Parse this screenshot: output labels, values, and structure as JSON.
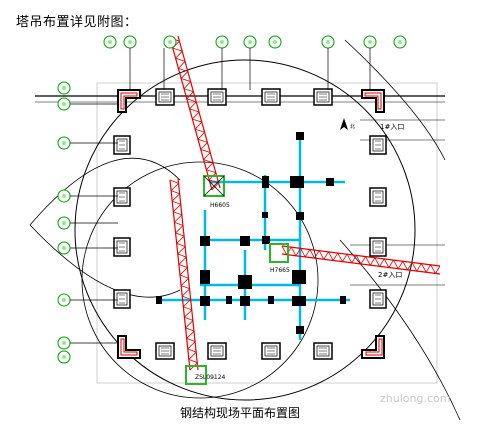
{
  "heading": "塔吊布置详见附图：",
  "caption": "钢结构现场平面布置图",
  "labels": {
    "entrance_1": "1#入口",
    "entrance_2": "2#入口",
    "crane_1": "H6605",
    "crane_2": "H7665",
    "crane_3": "ZSL09124",
    "north": "北"
  },
  "watermark": "zhulong.com",
  "colors": {
    "crane_boom": "#e00000",
    "steel_beam": "#00b8e6",
    "column": "#000000",
    "crane_base": "#2ab52a",
    "outline": "#000000",
    "axis_bubble": "#00a000"
  }
}
